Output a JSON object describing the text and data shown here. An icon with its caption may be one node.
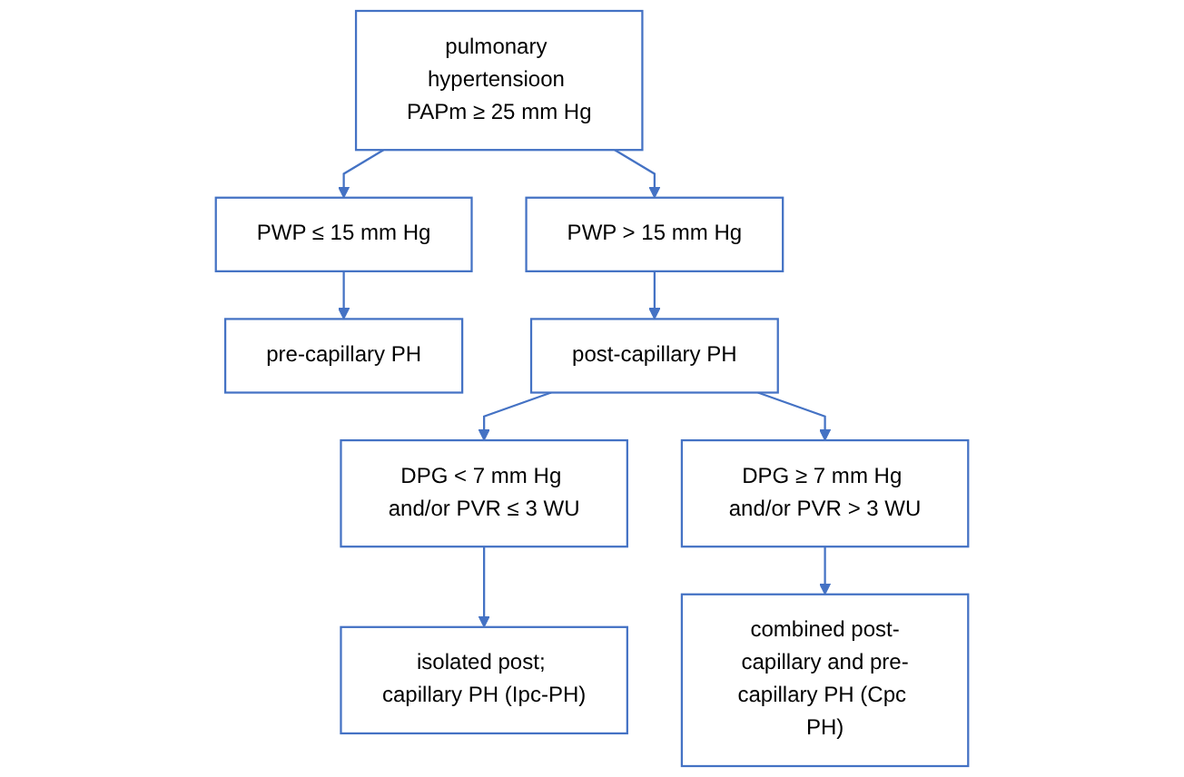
{
  "diagram": {
    "nodes": [
      {
        "text": [
          "pulmonary hypertensioon PAPm ≥ 25 mm Hg"
        ]
      },
      {
        "text": [
          "PWP ≤ 15 mm Hg"
        ]
      },
      {
        "text": [
          "PWP > 15 mm Hg"
        ]
      },
      {
        "text": [
          "pre-capillary PH"
        ]
      },
      {
        "text": [
          "post-capillary PH"
        ]
      },
      {
        "text": [
          "DPG < 7 mm Hg and/or PVR ≤ 3 WU"
        ]
      },
      {
        "text": [
          "DPG ≥ 7 mm Hg and/or PVR > 3 WU"
        ]
      },
      {
        "text": [
          "isolated post; capillary PH (Ipc-PH)"
        ]
      },
      {
        "text": [
          "combined post-capillary and pre-capillary PH (Cpc PH)"
        ]
      }
    ],
    "edges": [
      {
        "from": 0,
        "to": 1,
        "arrow": "to"
      },
      {
        "from": 0,
        "to": 2,
        "arrow": "to"
      },
      {
        "from": 1,
        "to": 3,
        "arrow": "to"
      },
      {
        "from": 2,
        "to": 4,
        "arrow": "to"
      },
      {
        "from": 4,
        "to": 5,
        "arrow": "to"
      },
      {
        "from": 4,
        "to": 6,
        "arrow": "to"
      },
      {
        "from": 5,
        "to": 7,
        "arrow": "to"
      },
      {
        "from": 6,
        "to": 8,
        "arrow": "to"
      }
    ]
  }
}
